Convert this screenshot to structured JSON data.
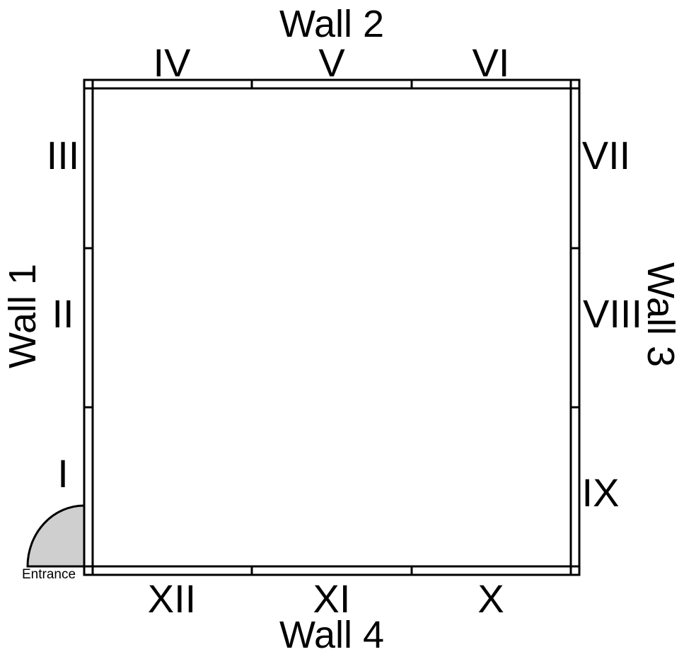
{
  "walls": {
    "wall1": "Wall 1",
    "wall2": "Wall 2",
    "wall3": "Wall 3",
    "wall4": "Wall 4"
  },
  "sections": {
    "s1": "I",
    "s2": "II",
    "s3": "III",
    "s4": "IV",
    "s5": "V",
    "s6": "VI",
    "s7": "VII",
    "s8": "VIII",
    "s9": "IX",
    "s10": "X",
    "s11": "XI",
    "s12": "XII"
  },
  "entrance": {
    "label": "Entrance",
    "door_color": "#cfcfcf"
  }
}
